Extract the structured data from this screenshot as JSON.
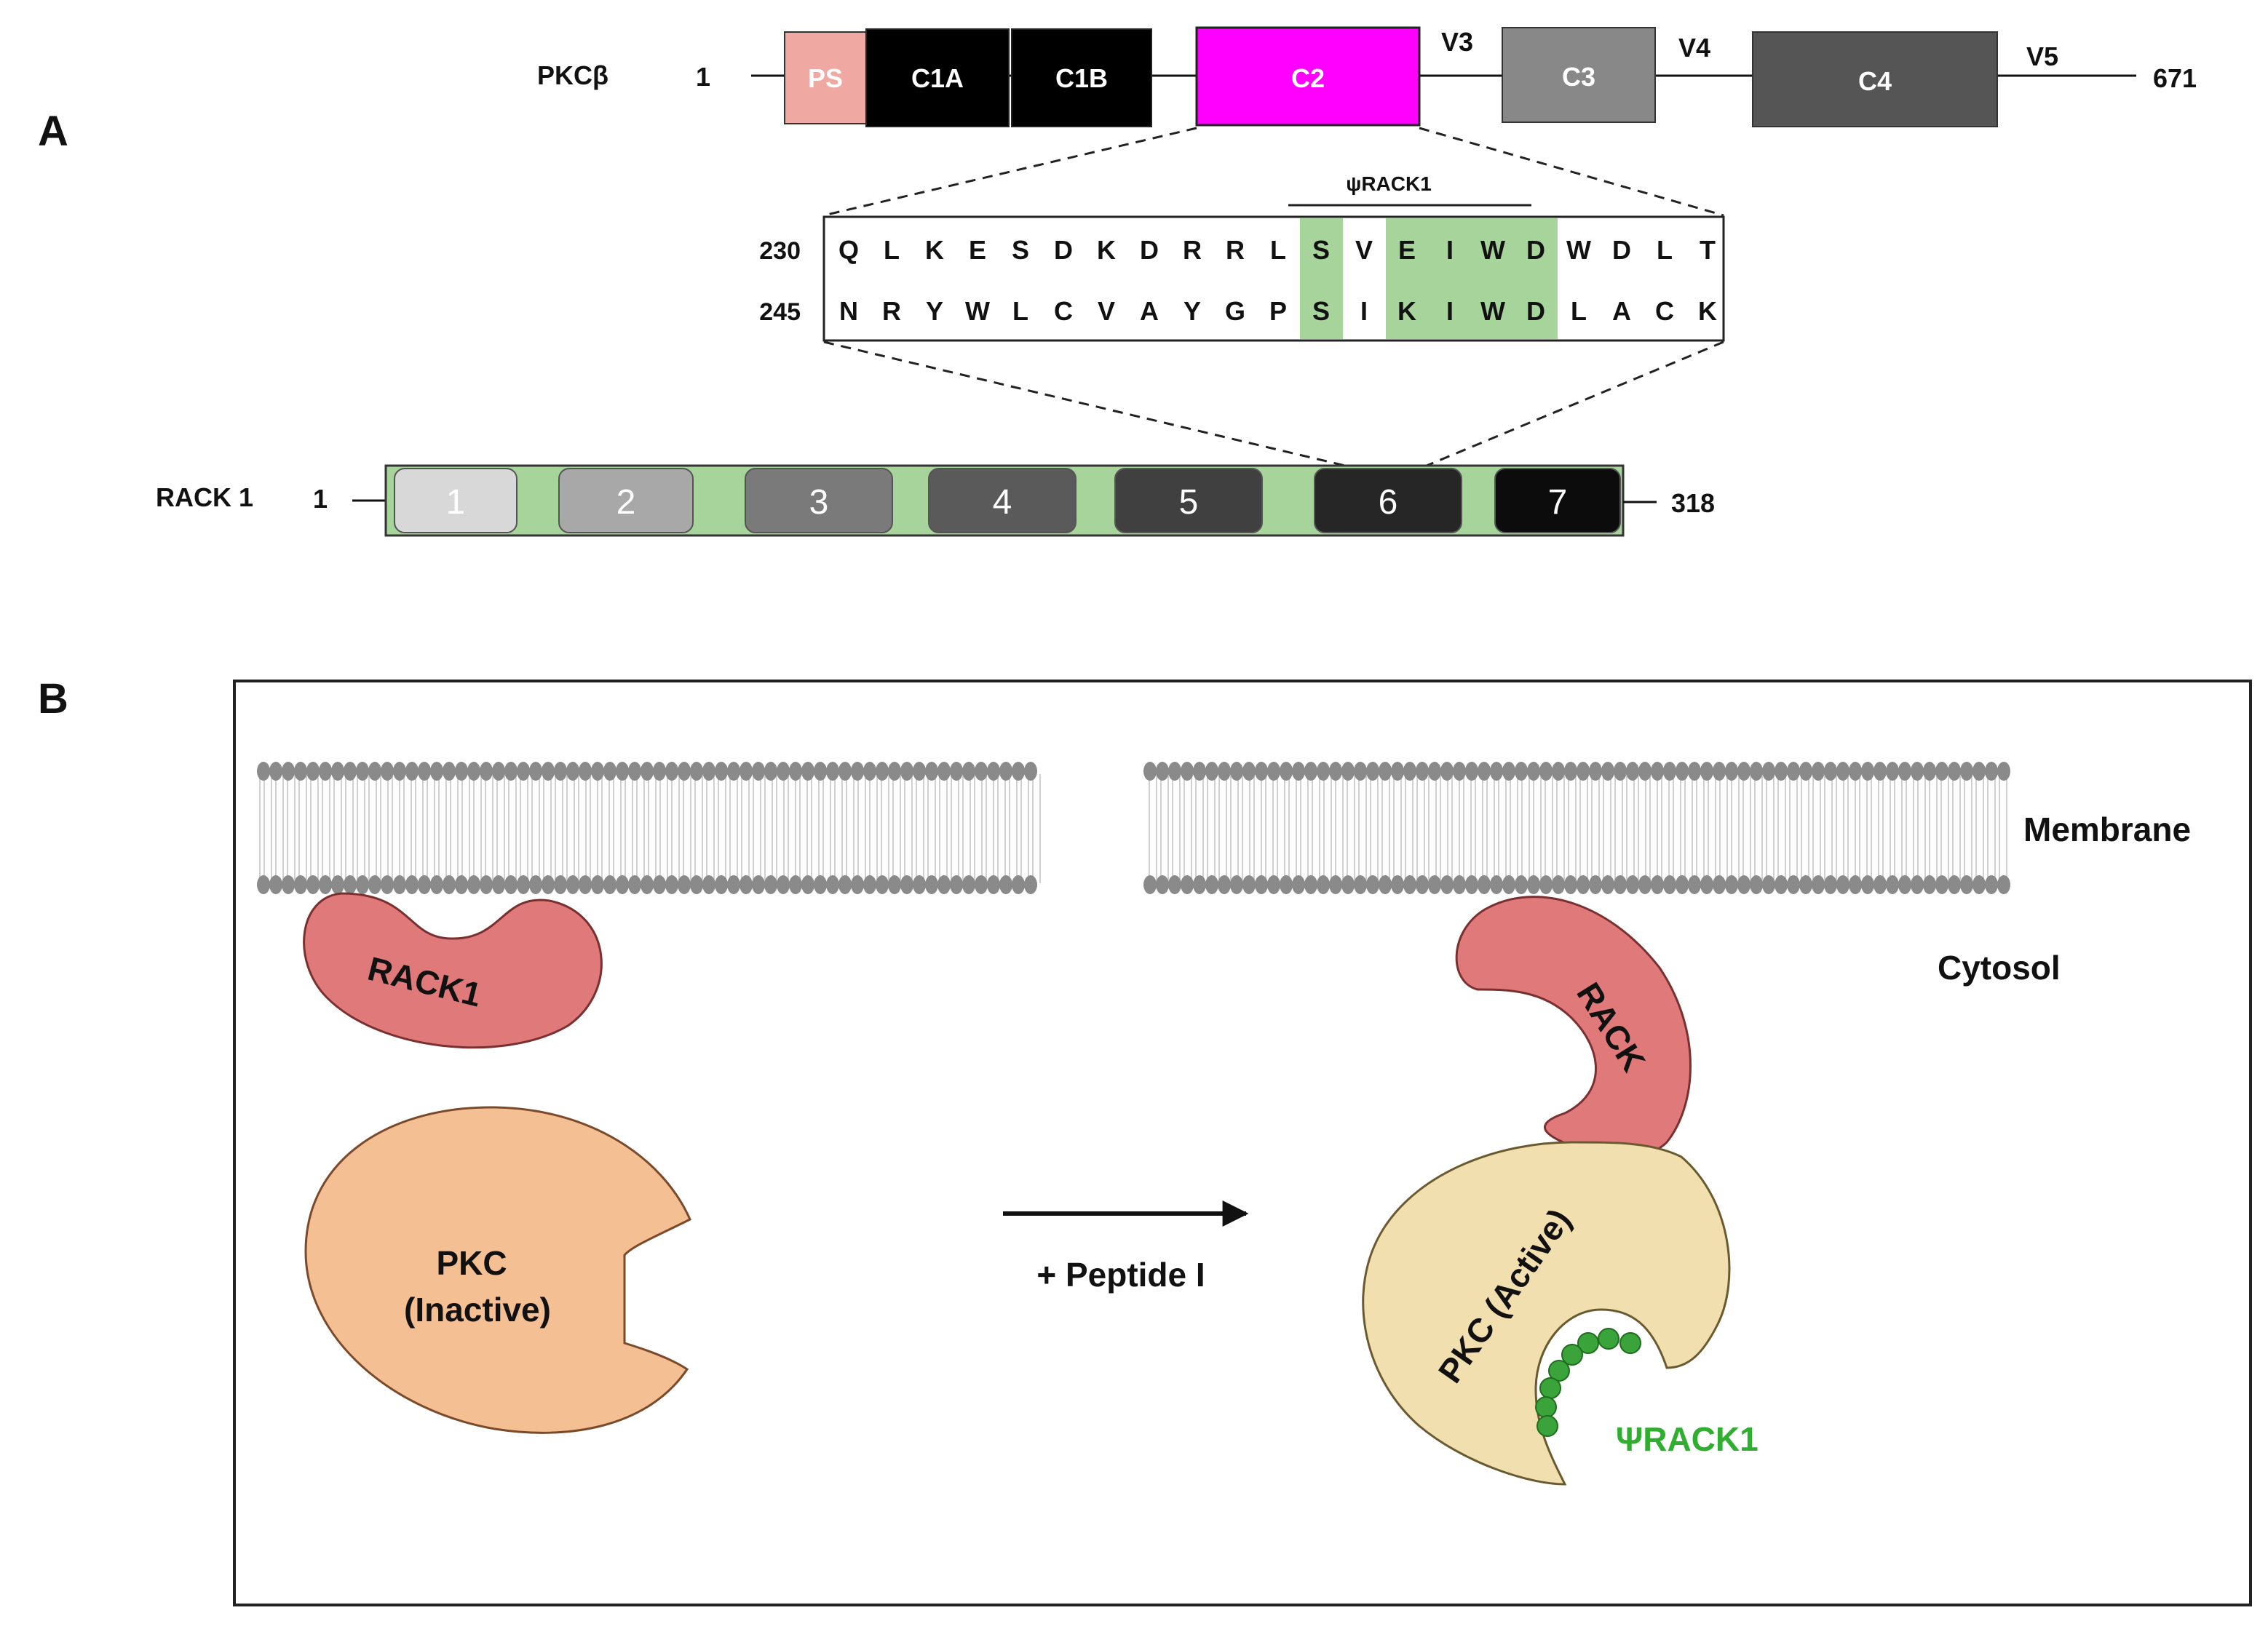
{
  "panels": {
    "a": "A",
    "b": "B"
  },
  "pkc": {
    "name": "PKCβ",
    "start": "1",
    "end": "671",
    "domains": [
      {
        "label": "PS",
        "color": "#f0a8a2",
        "text_color": "#222222"
      },
      {
        "label": "C1A",
        "color": "#000000",
        "text_color": "#ffffff"
      },
      {
        "label": "C1B",
        "color": "#000000",
        "text_color": "#ffffff"
      },
      {
        "label": "C2",
        "color": "#ff00ff",
        "text_color": "#222222"
      },
      {
        "label": "C3",
        "color": "#888888",
        "text_color": "#ffffff"
      },
      {
        "label": "C4",
        "color": "#555555",
        "text_color": "#ffffff"
      }
    ],
    "linkers": [
      "V3",
      "V4",
      "V5"
    ]
  },
  "sequence": {
    "motif_label": "ψRACK1",
    "highlight_color": "#a7d49a",
    "rows": [
      {
        "start": "230",
        "residues": [
          "Q",
          "L",
          "K",
          "E",
          "S",
          "D",
          "K",
          "D",
          "R",
          "R",
          "L",
          "S",
          "V",
          "E",
          "I",
          "W",
          "D",
          "W",
          "D",
          "L",
          "T"
        ]
      },
      {
        "start": "245",
        "residues": [
          "N",
          "R",
          "Y",
          "W",
          "L",
          "C",
          "V",
          "A",
          "Y",
          "G",
          "P",
          "S",
          "I",
          "K",
          "I",
          "W",
          "D",
          "L",
          "A",
          "C",
          "K"
        ]
      }
    ]
  },
  "rack1": {
    "name": "RACK 1",
    "start": "1",
    "end": "318",
    "linker_color": "#a7d49a",
    "blades": [
      {
        "label": "1",
        "color": "#d8d8d8"
      },
      {
        "label": "2",
        "color": "#a8a8a8"
      },
      {
        "label": "3",
        "color": "#7a7a7a"
      },
      {
        "label": "4",
        "color": "#5a5a5a"
      },
      {
        "label": "5",
        "color": "#404040"
      },
      {
        "label": "6",
        "color": "#262626"
      },
      {
        "label": "7",
        "color": "#0c0c0c"
      }
    ]
  },
  "scheme": {
    "membrane_label": "Membrane",
    "cytosol_label": "Cytosol",
    "rack1_left": "RACK1",
    "rack_right": "RACK",
    "pkc_inactive_line1": "PKC",
    "pkc_inactive_line2": "(Inactive)",
    "pkc_active": "PKC (Active)",
    "peptide_label": "ΨRACK1",
    "arrow_label": "+ Peptide I",
    "colors": {
      "rack": "#e07a7a",
      "pkc_inactive": "#f5bf94",
      "pkc_active": "#f2dfb0",
      "peptide": "#3aa33a",
      "peptide_text": "#2fae2f"
    }
  }
}
